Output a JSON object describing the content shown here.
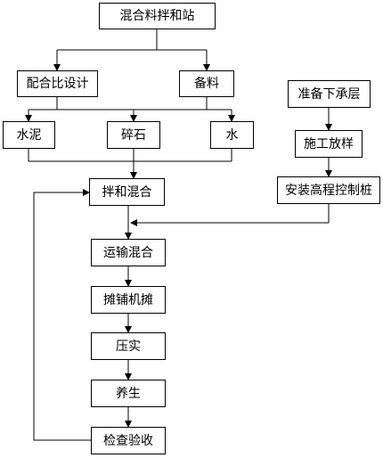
{
  "nodes": {
    "mixing_station": "混合料拌和站",
    "mix_design": "配合比设计",
    "materials": "备料",
    "cement": "水泥",
    "gravel": "碎石",
    "water": "水",
    "prepare_sublayer": "准备下承层",
    "staking_out": "施工放样",
    "elevation_stakes": "安装高程控制桩",
    "mixing": "拌和混合",
    "transport": "运输混合",
    "paving": "摊铺机摊",
    "compaction": "压实",
    "curing": "养生",
    "inspection": "检查验收"
  }
}
